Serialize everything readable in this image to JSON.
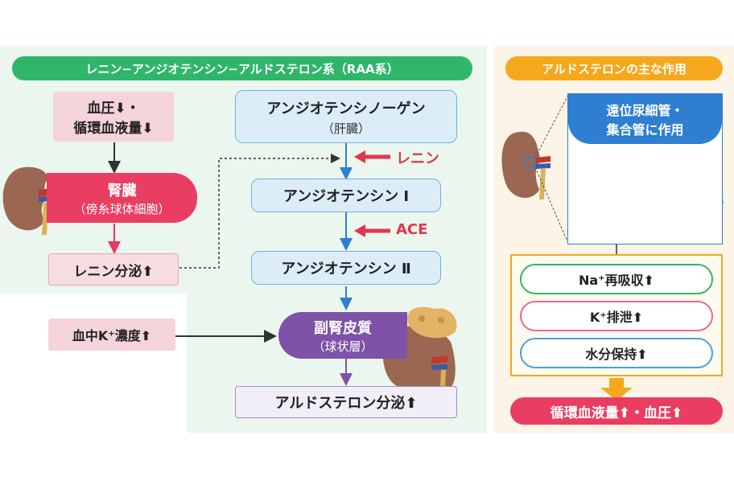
{
  "left": {
    "title": "レニン−アンジオテンシン−アルドステロン系（RAA系）",
    "bp_box": {
      "line1": "血圧⬇・",
      "line2": "循環血液量⬇"
    },
    "kidney_box": {
      "title": "腎臓",
      "sub": "（傍糸球体細胞）"
    },
    "renin_secretion": "レニン分泌⬆",
    "potassium": "血中K⁺濃度⬆",
    "angiotensinogen": {
      "title": "アンジオテンシノーゲン",
      "sub": "（肝臓）"
    },
    "renin_label": "レニン",
    "angiotensin1": "アンジオテンシン Ⅰ",
    "ace_label": "ACE",
    "angiotensin2": "アンジオテンシン Ⅱ",
    "adrenal": {
      "title": "副腎皮質",
      "sub": "（球状層）"
    },
    "aldosterone": "アルドステロン分泌⬆"
  },
  "right": {
    "title": "アルドステロンの主な作用",
    "site": {
      "line1": "遠位尿細管・",
      "line2": "集合管に作用"
    },
    "effects": [
      "Na⁺再吸収⬆",
      "K⁺排泄⬆",
      "水分保持⬆"
    ],
    "result": "循環血液量⬆・血圧⬆"
  },
  "colors": {
    "green": "#2fb66a",
    "orange": "#f5a81c",
    "pink": "#e8385e",
    "purple": "#7d52a8",
    "blue_arrow": "#2e7fd1",
    "red_arrow": "#e0364f"
  }
}
